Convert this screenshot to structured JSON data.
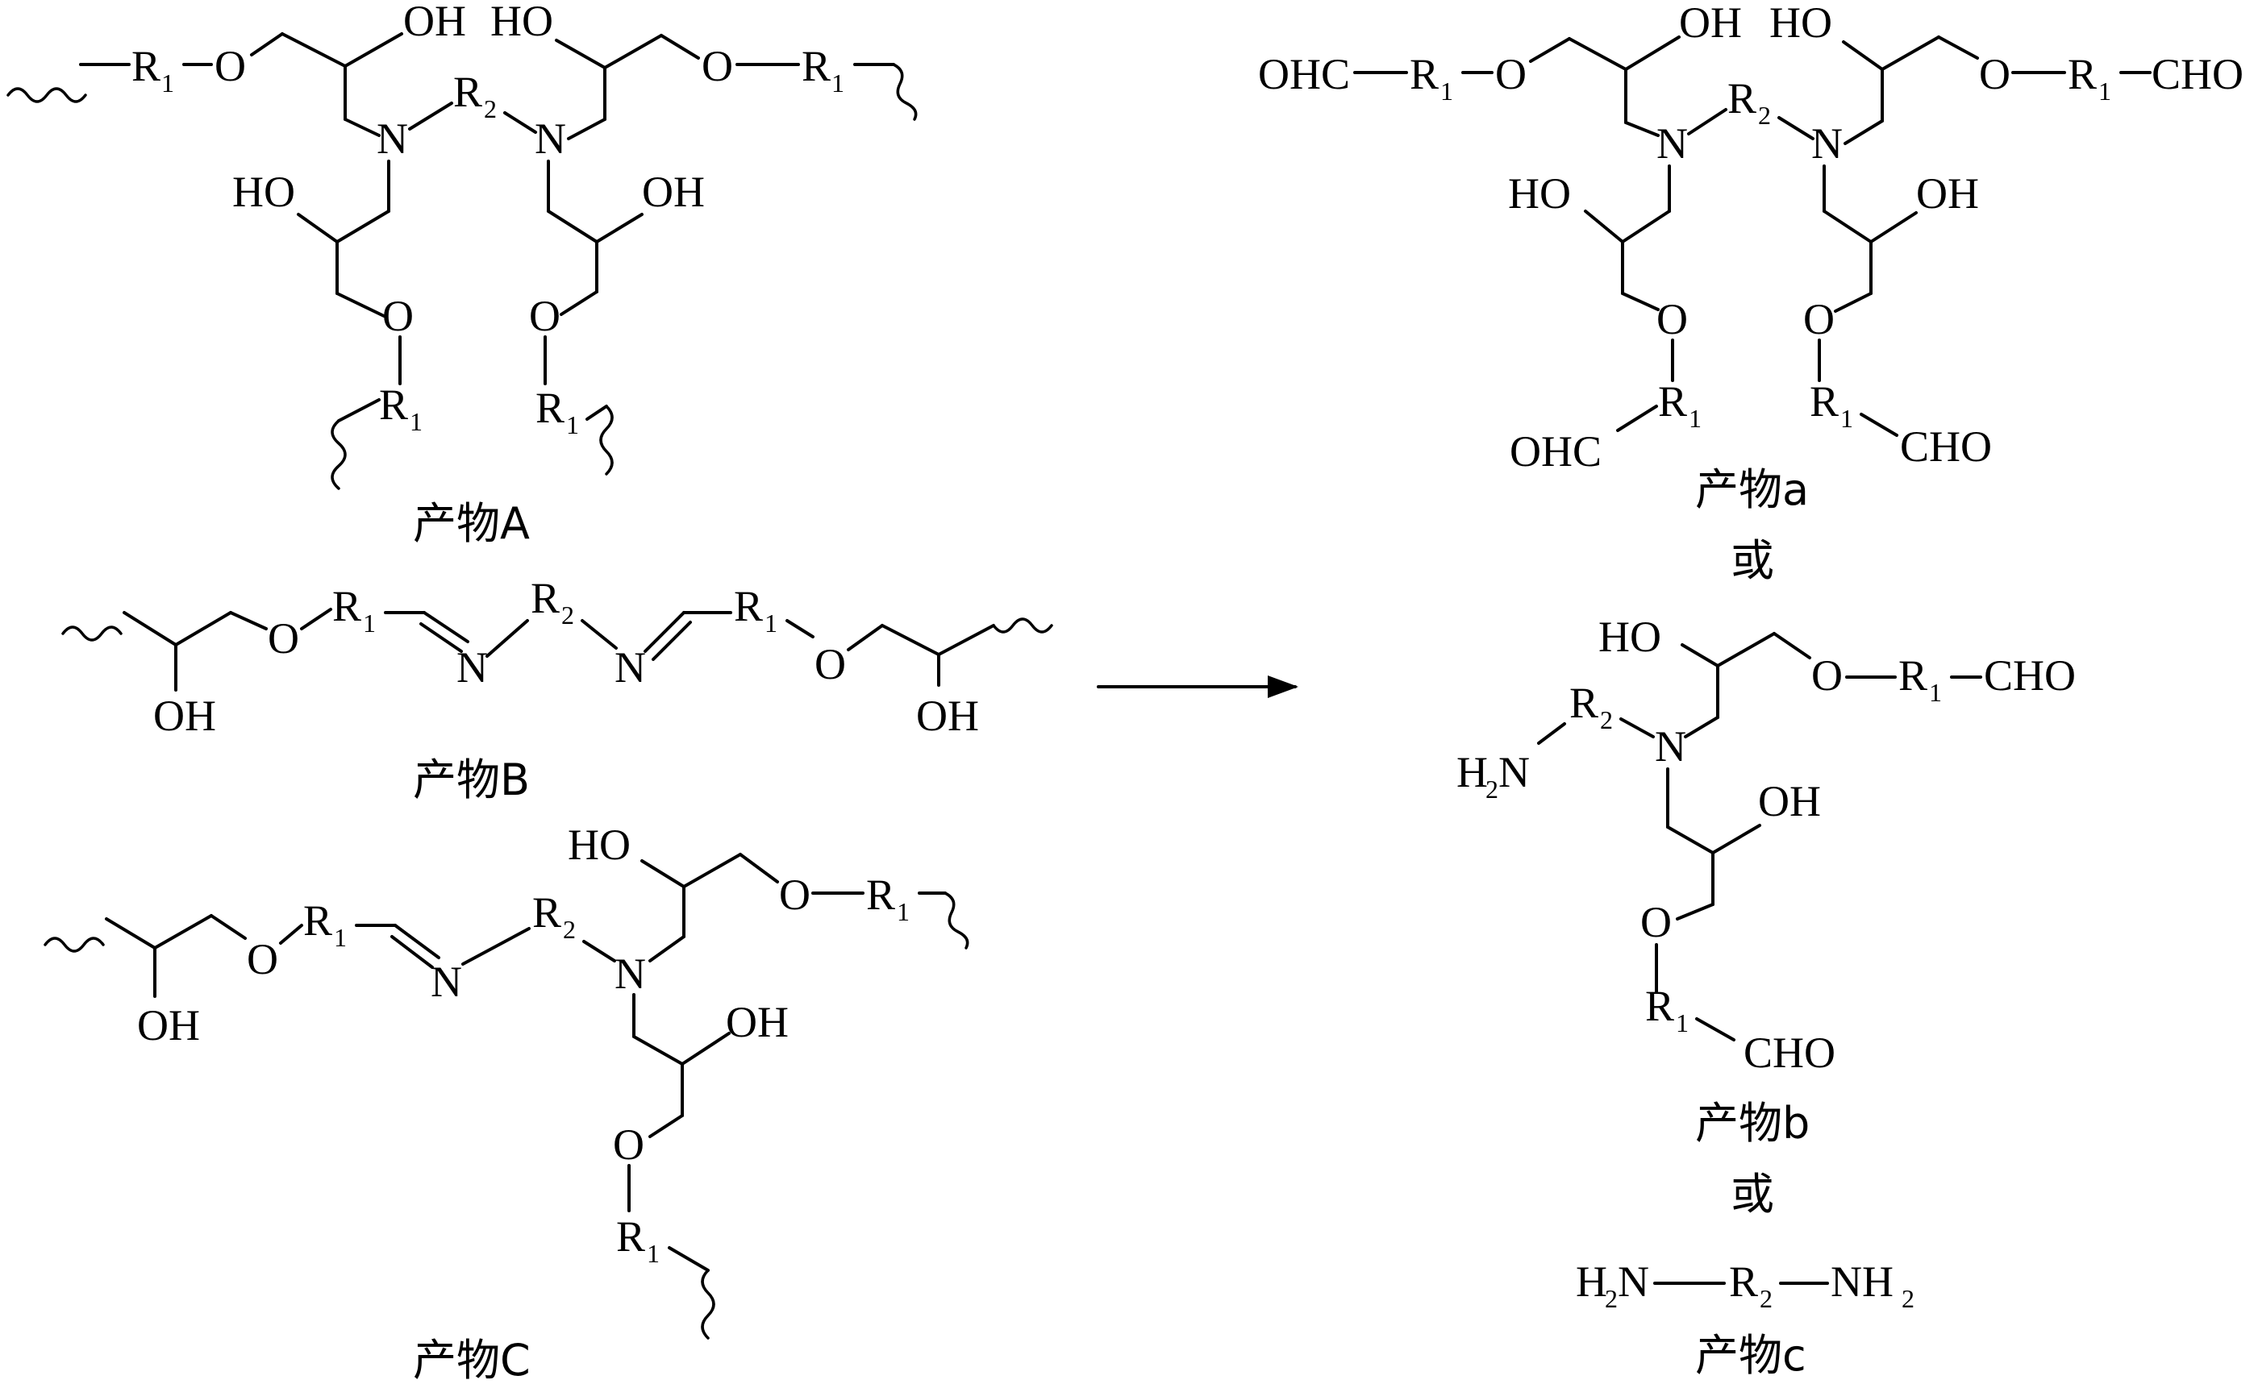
{
  "atoms": {
    "R": "R",
    "O": "O",
    "N": "N",
    "OH": "OH",
    "HO": "HO",
    "OHC": "OHC",
    "CHO": "CHO",
    "H": "H",
    "NH": "NH",
    "sub1": "1",
    "sub2": "2"
  },
  "labels": {
    "product_A": "产物A",
    "product_B": "产物B",
    "product_C": "产物C",
    "product_a": "产物a",
    "product_b": "产物b",
    "product_c": "产物c",
    "or_1": "或",
    "or_2": "或"
  }
}
